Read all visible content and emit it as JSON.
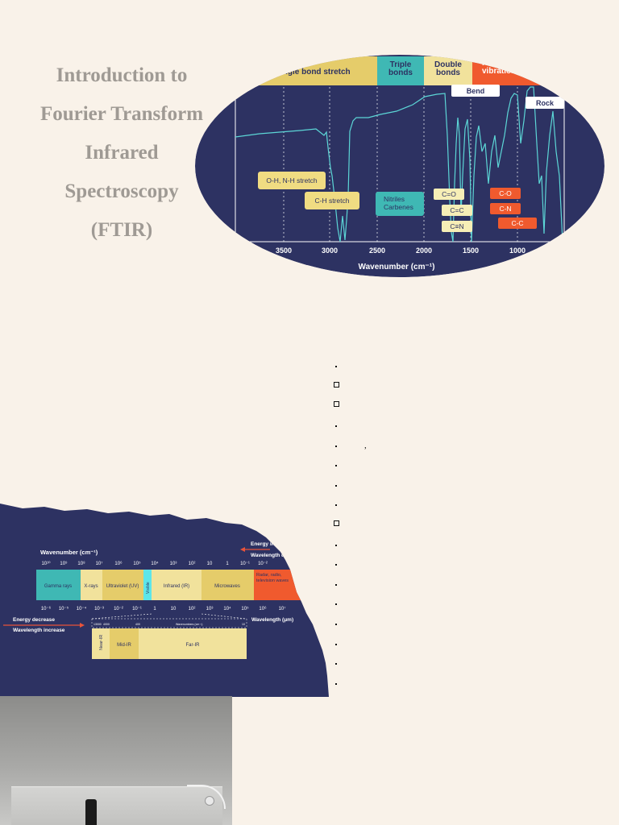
{
  "page": {
    "background": "#f9f2e9"
  },
  "title": {
    "lines": [
      "Introduction to",
      "Fourier Transform",
      "Infrared",
      "Spectroscopy",
      "(FTIR)"
    ],
    "color": "#9f9a94"
  },
  "ir_spectrum": {
    "background": "#2d3262",
    "trace_color": "#5cd6d6",
    "band_headers": [
      {
        "label": "Single bond stretch",
        "color": "#e5cc6a"
      },
      {
        "label": "Triple bonds",
        "color": "#3fb8b4"
      },
      {
        "label": "Double bonds",
        "color": "#f1e29c"
      },
      {
        "label": "Fingerprint skeletal vibrations",
        "color": "#f05a2e"
      }
    ],
    "tags": [
      {
        "label": "Bend",
        "color": "#ffffff",
        "text_color": "#2d3262"
      },
      {
        "label": "Rock",
        "color": "#ffffff",
        "text_color": "#2d3262"
      },
      {
        "label": "O-H, N-H stretch",
        "color": "#f0dc82",
        "text_color": "#2d3262"
      },
      {
        "label": "C-H stretch",
        "color": "#f0dc82",
        "text_color": "#2d3262"
      },
      {
        "label": "Nitriles Carbenes",
        "color": "#3fb8b4",
        "text_color": "#2d3262"
      },
      {
        "label": "C=O",
        "color": "#f6eeb6",
        "text_color": "#2d3262"
      },
      {
        "label": "C=C",
        "color": "#f6eeb6",
        "text_color": "#2d3262"
      },
      {
        "label": "C≡N",
        "color": "#f6eeb6",
        "text_color": "#2d3262"
      },
      {
        "label": "C-O",
        "color": "#f05a2e",
        "text_color": "#ffffff"
      },
      {
        "label": "C-N",
        "color": "#f05a2e",
        "text_color": "#ffffff"
      },
      {
        "label": "C-C",
        "color": "#f05a2e",
        "text_color": "#ffffff"
      }
    ],
    "axis_ticks": [
      "3500",
      "3000",
      "2500",
      "2000",
      "1500",
      "1000"
    ],
    "axis_label": "Wavenumber (cm⁻¹)"
  },
  "em_spectrum": {
    "panel_color": "#2d3262",
    "wavenumber_label": "Wavenumber (cm⁻¹)",
    "top_ticks": [
      "10¹⁰",
      "10⁹",
      "10⁸",
      "10⁷",
      "10⁶",
      "10⁵",
      "10⁴",
      "10³",
      "10²",
      "10",
      "1",
      "10⁻¹",
      "10⁻²"
    ],
    "bottom_ticks": [
      "10⁻⁶",
      "10⁻⁵",
      "10⁻⁴",
      "10⁻³",
      "10⁻²",
      "10⁻¹",
      "1",
      "10",
      "10²",
      "10³",
      "10⁴",
      "10⁵",
      "10⁶",
      "10⁷"
    ],
    "regions": [
      {
        "label": "Gamma rays",
        "color": "#3fb8b4"
      },
      {
        "label": "X-rays",
        "color": "#f1e29c"
      },
      {
        "label": "Ultraviolet (UV)",
        "color": "#e5cc6a"
      },
      {
        "label": "Visible",
        "color": "#5ce6ea"
      },
      {
        "label": "Infrared (IR)",
        "color": "#f1e29c"
      },
      {
        "label": "Microwaves",
        "color": "#e5cc6a"
      },
      {
        "label": "Radar, radio, television waves",
        "color": "#f05a2e"
      }
    ],
    "energy_increase_label": "Energy increase",
    "wavelength_decrease_label": "Wavelength decrease",
    "energy_decrease_label": "Energy decrease",
    "wavelength_increase_label": "Wavelength increase",
    "wavelength_unit_label": "Wavelength (μm)",
    "arrow_color": "#e9533a",
    "ir_sub": {
      "ticks": [
        "13000",
        "4000",
        "400",
        "10"
      ],
      "small_label": "Wavenumbers (cm⁻¹)",
      "regions": [
        {
          "label": "Near-IR",
          "color": "#f1e29c"
        },
        {
          "label": "Mid-IR",
          "color": "#e5cc6a"
        },
        {
          "label": "Far-IR",
          "color": "#f1e29c"
        }
      ]
    }
  },
  "bullets": {
    "markers": [
      "dot",
      "square",
      "square",
      "dot",
      "dot",
      "dot",
      "dot",
      "dot",
      "square",
      "dot",
      "dot",
      "dot",
      "dot",
      "dot",
      "dot",
      "dot",
      "dot"
    ],
    "comma_row": 4,
    "comma_text": ","
  }
}
